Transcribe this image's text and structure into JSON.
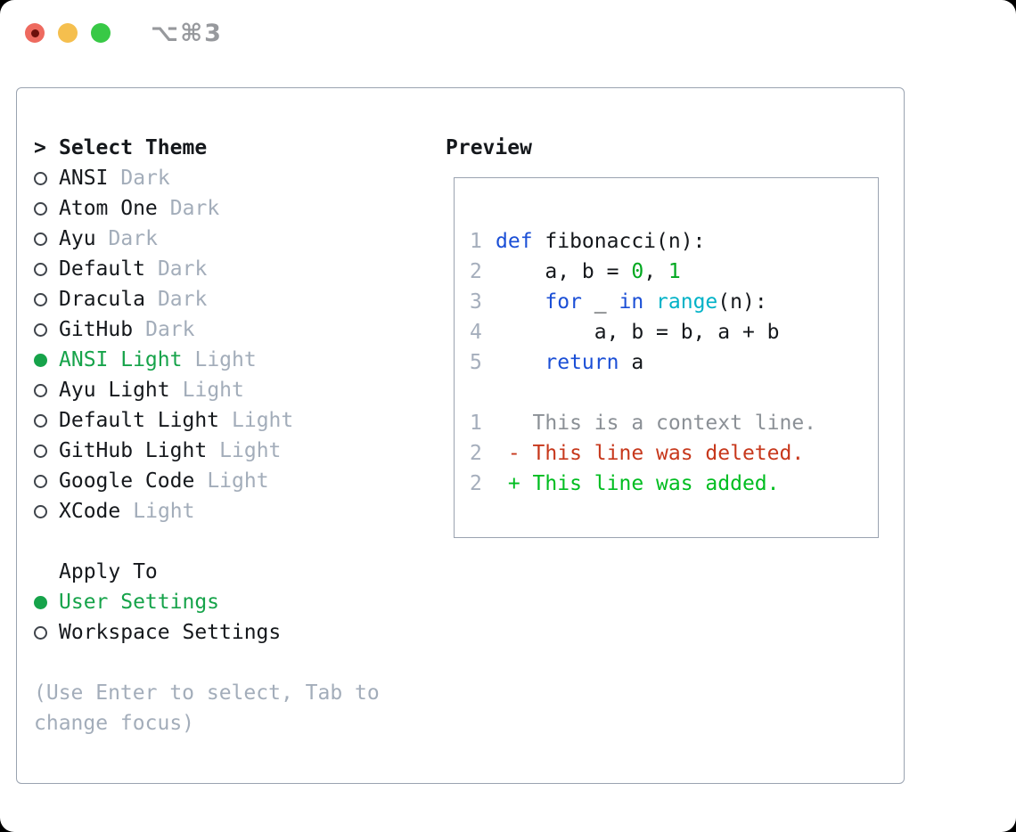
{
  "window": {
    "title": "⌥⌘3",
    "traffic_lights": [
      {
        "name": "close-button",
        "color": "#ee6a5f",
        "has_dot": true
      },
      {
        "name": "minimize-button",
        "color": "#f5bf4e",
        "has_dot": false
      },
      {
        "name": "zoom-button",
        "color": "#38c946",
        "has_dot": false
      }
    ]
  },
  "sidebar": {
    "cursor": ">",
    "title": "Select Theme",
    "themes": [
      {
        "name": "ANSI",
        "variant": "Dark",
        "selected": false
      },
      {
        "name": "Atom One",
        "variant": "Dark",
        "selected": false
      },
      {
        "name": "Ayu",
        "variant": "Dark",
        "selected": false
      },
      {
        "name": "Default",
        "variant": "Dark",
        "selected": false
      },
      {
        "name": "Dracula",
        "variant": "Dark",
        "selected": false
      },
      {
        "name": "GitHub",
        "variant": "Dark",
        "selected": false
      },
      {
        "name": "ANSI Light",
        "variant": "Light",
        "selected": true
      },
      {
        "name": "Ayu Light",
        "variant": "Light",
        "selected": false
      },
      {
        "name": "Default Light",
        "variant": "Light",
        "selected": false
      },
      {
        "name": "GitHub Light",
        "variant": "Light",
        "selected": false
      },
      {
        "name": "Google Code",
        "variant": "Light",
        "selected": false
      },
      {
        "name": "XCode",
        "variant": "Light",
        "selected": false
      }
    ],
    "apply_to": {
      "title": "Apply To",
      "options": [
        {
          "label": "User Settings",
          "selected": true
        },
        {
          "label": "Workspace Settings",
          "selected": false
        }
      ]
    },
    "hint": "(Use Enter to select, Tab to change focus)"
  },
  "preview": {
    "title": "Preview",
    "lines": [
      {
        "num": "1",
        "tokens": [
          {
            "text": "def",
            "type": "keyword"
          },
          {
            "text": " fibonacci(n):",
            "type": "plain"
          }
        ]
      },
      {
        "num": "2",
        "tokens": [
          {
            "text": "    a, b = ",
            "type": "plain"
          },
          {
            "text": "0",
            "type": "number"
          },
          {
            "text": ", ",
            "type": "plain"
          },
          {
            "text": "1",
            "type": "number"
          }
        ]
      },
      {
        "num": "3",
        "tokens": [
          {
            "text": "    ",
            "type": "plain"
          },
          {
            "text": "for",
            "type": "keyword"
          },
          {
            "text": " _ ",
            "type": "plain"
          },
          {
            "text": "in",
            "type": "keyword"
          },
          {
            "text": " ",
            "type": "plain"
          },
          {
            "text": "range",
            "type": "builtin"
          },
          {
            "text": "(n):",
            "type": "plain"
          }
        ]
      },
      {
        "num": "4",
        "tokens": [
          {
            "text": "        a, b = b, a + b",
            "type": "plain"
          }
        ]
      },
      {
        "num": "5",
        "tokens": [
          {
            "text": "    ",
            "type": "plain"
          },
          {
            "text": "return",
            "type": "keyword"
          },
          {
            "text": " a",
            "type": "plain"
          }
        ]
      },
      {
        "num": "",
        "tokens": []
      },
      {
        "num": "1",
        "tokens": [
          {
            "text": "   This is a context line.",
            "type": "context"
          }
        ]
      },
      {
        "num": "2",
        "tokens": [
          {
            "text": " - This line was deleted.",
            "type": "deleted"
          }
        ]
      },
      {
        "num": "2",
        "tokens": [
          {
            "text": " + This line was added.",
            "type": "added"
          }
        ]
      }
    ]
  },
  "colors": {
    "text": "#15181c",
    "muted": "#a3adba",
    "green": "#16a34a",
    "keyword": "#1b4fd6",
    "builtin": "#00b2c7",
    "number": "#00a81f",
    "added": "#00bd20",
    "deleted": "#c7381c",
    "context": "#8b9096",
    "linenum": "#a5aebc",
    "border": "#9aa3b0",
    "titlebar": "#97999d"
  }
}
